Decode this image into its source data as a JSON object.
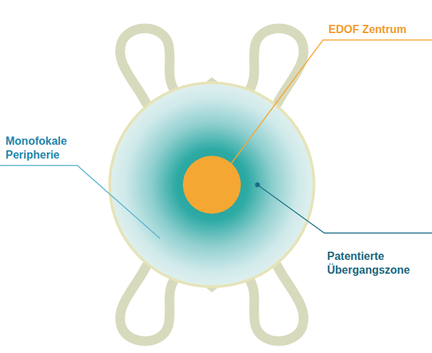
{
  "diagram": {
    "labels": [
      "EDOF Zentrum",
      "Monofokale Peripherie",
      "Patentierte Übergangszone"
    ]
  }
}
